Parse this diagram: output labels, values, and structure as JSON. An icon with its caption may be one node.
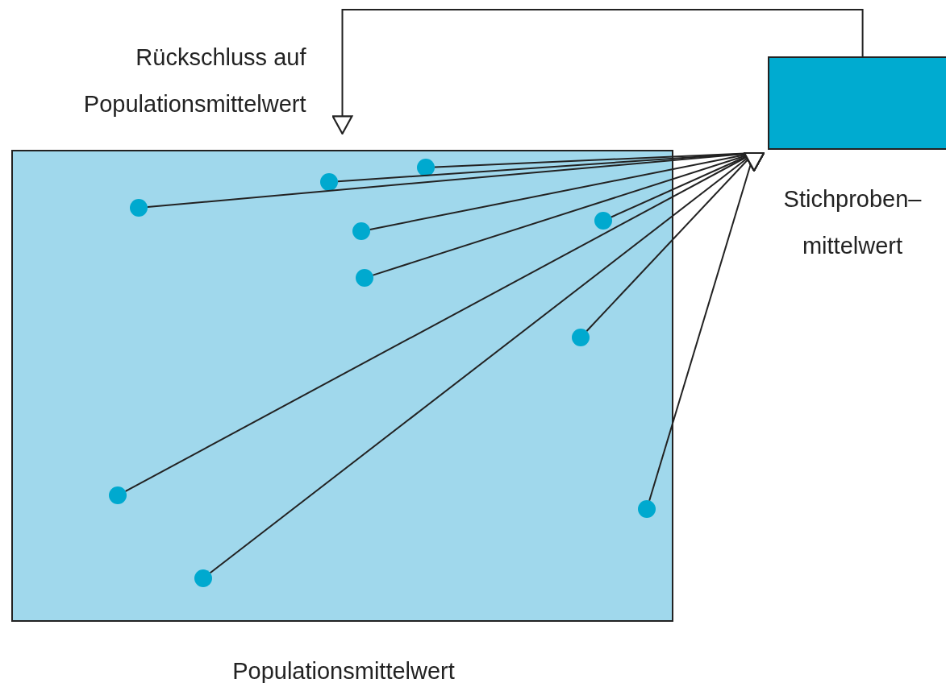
{
  "diagram": {
    "nodes": [
      {
        "text": [
          "Populationsmittelwert"
        ]
      },
      {
        "text": [
          "Stichproben– mittelwert"
        ]
      },
      {
        "text": [],
        "shape": "circle",
        "in": 0
      },
      {
        "text": [],
        "shape": "circle",
        "in": 0
      },
      {
        "text": [],
        "shape": "circle",
        "in": 0
      },
      {
        "text": [],
        "shape": "circle",
        "in": 0
      },
      {
        "text": [],
        "shape": "circle",
        "in": 0
      },
      {
        "text": [],
        "shape": "circle",
        "in": 0
      },
      {
        "text": [],
        "shape": "circle",
        "in": 0
      },
      {
        "text": [],
        "shape": "circle",
        "in": 0
      },
      {
        "text": [],
        "shape": "circle",
        "in": 0
      },
      {
        "text": [],
        "shape": "circle",
        "in": 0
      }
    ],
    "edges": [
      {
        "from": 1,
        "to": 0,
        "arrow": "to",
        "label": "Rückschluss auf Populationsmittelwert"
      },
      {
        "from": 2,
        "to": 1,
        "arrow": "to"
      },
      {
        "from": 3,
        "to": 1,
        "arrow": "to"
      },
      {
        "from": 4,
        "to": 1,
        "arrow": "to"
      },
      {
        "from": 5,
        "to": 1,
        "arrow": "to"
      },
      {
        "from": 6,
        "to": 1,
        "arrow": "to"
      },
      {
        "from": 7,
        "to": 1,
        "arrow": "to"
      },
      {
        "from": 8,
        "to": 1,
        "arrow": "to"
      },
      {
        "from": 9,
        "to": 1,
        "arrow": "to"
      },
      {
        "from": 10,
        "to": 1,
        "arrow": "to"
      },
      {
        "from": 11,
        "to": 1,
        "arrow": "to"
      }
    ]
  }
}
